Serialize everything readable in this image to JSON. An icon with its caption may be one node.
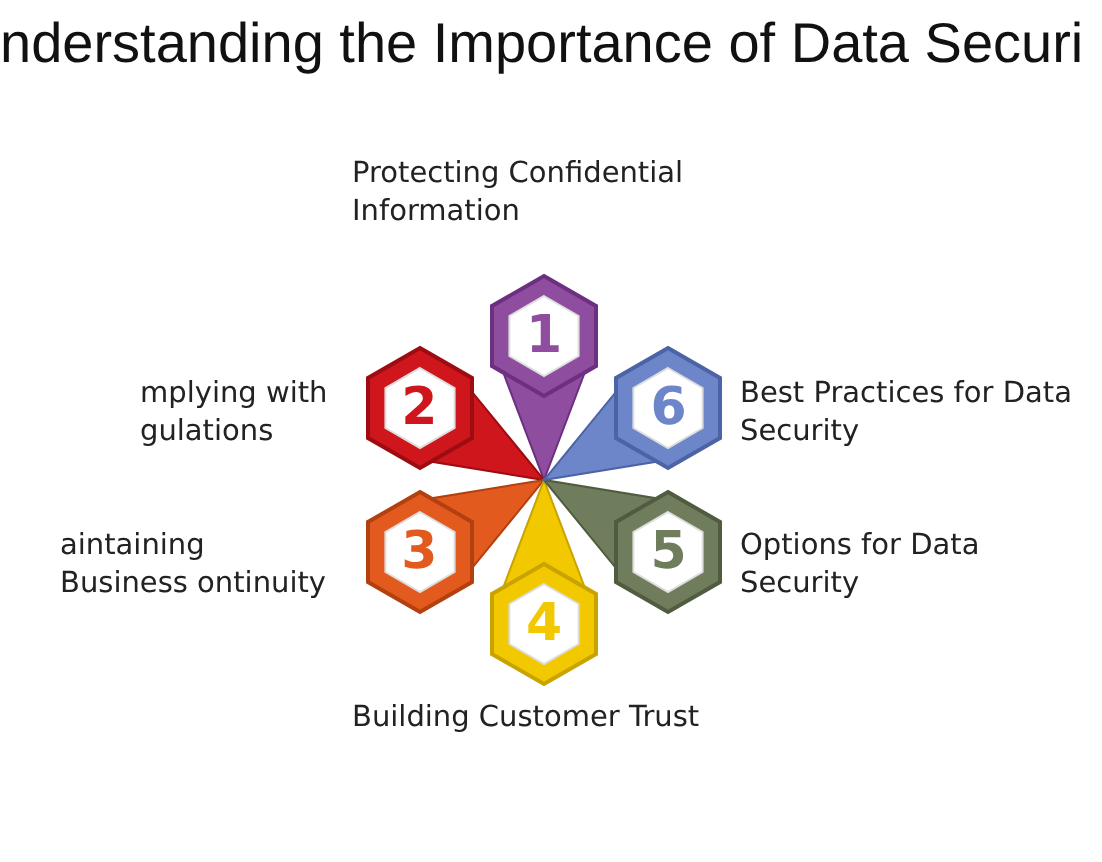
{
  "diagram": {
    "title": "nderstanding the Importance of Data Securi",
    "nodes": [
      {
        "text": [
          "1"
        ],
        "beside": [
          "Protecting Confidential Information"
        ]
      },
      {
        "text": [
          "2"
        ],
        "beside": [
          "mplying with gulations"
        ]
      },
      {
        "text": [
          "3"
        ],
        "beside": [
          "aintaining Business ontinuity"
        ]
      },
      {
        "text": [
          "4"
        ],
        "beside": [
          "Building Customer Trust"
        ]
      },
      {
        "text": [
          "5"
        ],
        "beside": [
          "Options for Data Security"
        ]
      },
      {
        "text": [
          "6"
        ],
        "beside": [
          "Best Practices for Data Security"
        ]
      }
    ],
    "edges": []
  }
}
